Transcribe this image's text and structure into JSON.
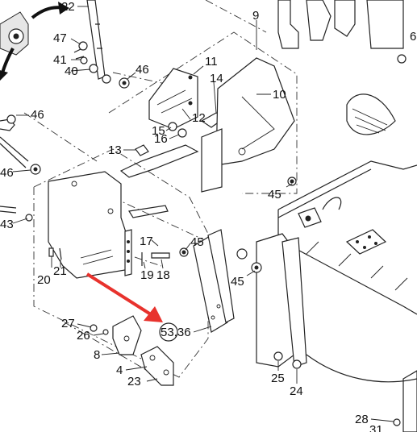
{
  "callouts": {
    "c22": "22",
    "c47": "47",
    "c41": "41",
    "c40": "40",
    "c46a": "46",
    "c46b": "46",
    "c46c": "46",
    "c11": "11",
    "c9": "9",
    "c14": "14",
    "c10": "10",
    "c12": "12",
    "c15": "15",
    "c16": "16",
    "c13": "13",
    "c6": "6",
    "c45a": "45",
    "c43": "43",
    "c17": "17",
    "c45b": "45",
    "c45c": "45",
    "c20": "20",
    "c21": "21",
    "c19": "19",
    "c18": "18",
    "c27": "27",
    "c26": "26",
    "c5336": "53,36",
    "c8": "8",
    "c4": "4",
    "c23": "23",
    "c25": "25",
    "c24": "24",
    "c28": "28",
    "c31": "31"
  },
  "colors": {
    "line": "#222222",
    "highlight_arrow": "#e8322d",
    "background": "#ffffff"
  }
}
